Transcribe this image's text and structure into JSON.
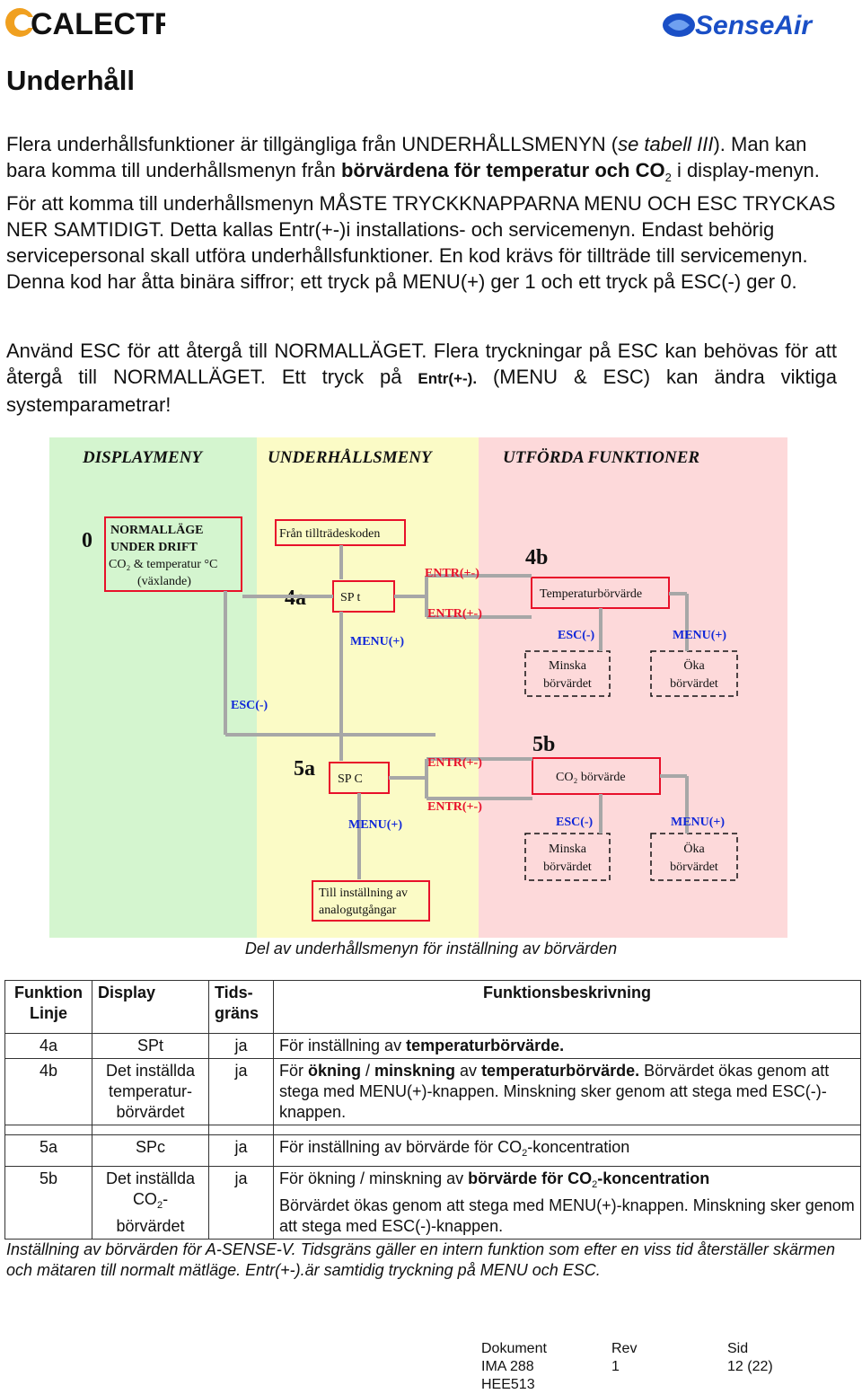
{
  "header": {
    "logo_left_text": "CALECTRO",
    "logo_right_text": "SenseAir"
  },
  "title": "Underhåll",
  "intro": {
    "p1_a": "Flera underhållsfunktioner är tillgängliga från UNDERHÅLLSMENYN (",
    "p1_italic": "se tabell III",
    "p1_b": "). Man kan bara komma till underhållsmenyn från ",
    "p1_bold": "börvärdena för temperatur och CO",
    "p1_sub": "2",
    "p1_c": " i display-menyn. För att komma till underhållsmenyn MÅSTE TRYCKKNAPPARNA MENU OCH ESC TRYCKAS NER SAMTIDIGT. Detta kallas Entr(+-)i installations- och servicemenyn. Endast behörig servicepersonal skall utföra underhållsfunktioner. En kod krävs för tillträde till servicemenyn. Denna kod har åtta binära siffror; ett tryck på MENU(+) ger 1 och ett tryck på ESC(-) ger 0.",
    "p2_a": "Använd ESC för att återgå till NORMALLÄGET. Flera tryckningar på ESC kan behövas för att återgå till NORMALLÄGET. Ett tryck på ",
    "p2_bold": "Entr(+-).",
    "p2_b": " (MENU & ESC) kan ändra viktiga systemparametrar!"
  },
  "diagram": {
    "col_headers": [
      "DISPLAYMENY",
      "UNDERHÅLLSMENY",
      "UTFÖRDA FUNKTIONER"
    ],
    "label_0": "0",
    "normal_box": [
      "NORMALLÄGE",
      "UNDER DRIFT",
      "CO₂ & temperatur °C",
      "(växlande)"
    ],
    "fran_box": "Från tillträdeskoden",
    "label_4a": "4a",
    "label_4b": "4b",
    "label_5a": "5a",
    "label_5b": "5b",
    "spt_box": "SP t",
    "spc_box": "SP C",
    "entr": "ENTR(+-)",
    "menu_plus": "MENU(+)",
    "esc_minus": "ESC(-)",
    "temp_box": "Temperaturbörvärde",
    "co2_box": "CO₂ börvärde",
    "minska": [
      "Minska",
      "börvärdet"
    ],
    "oka": [
      "Öka",
      "börvärdet"
    ],
    "analog_box": [
      "Till inställning av",
      "analogutgångar"
    ],
    "colors": {
      "green": "#d4f5cf",
      "yellow": "#fbfbc6",
      "pink": "#fdd9da",
      "red": "#e8102a",
      "blue": "#1027d8",
      "grey": "#a7a7a7"
    }
  },
  "caption": "Del av underhållsmenyn för inställning av börvärden",
  "table": {
    "headers": {
      "funktion": "Funktion",
      "linje": "Linje",
      "display": "Display",
      "tid1": "Tids-",
      "tid2": "gräns",
      "beskr": "Funktionsbeskrivning"
    },
    "r1": {
      "f": "4a",
      "d": "SPt",
      "t": "ja",
      "b_a": "För inställning av ",
      "b_bold": "temperaturbörvärde."
    },
    "r2": {
      "f": "4b",
      "d1": "Det inställda",
      "d2": "temperatur-",
      "d3": "börvärdet",
      "t": "ja",
      "b_a": "För ",
      "b_bold1": "ökning",
      "b_b": " / ",
      "b_bold2": "minskning",
      "b_c": " av ",
      "b_bold3": "temperaturbörvärde.",
      "b_d": " Börvärdet ökas genom att stega med MENU(+)-knappen. Minskning sker genom att stega med ESC(-)-knappen."
    },
    "r3": {
      "f": "5a",
      "d": "SPc",
      "t": "ja",
      "b_a": "För inställning av börvärde för CO",
      "b_sub": "2",
      "b_b": "-koncentration"
    },
    "r4": {
      "f": "5b",
      "d1": "Det inställda",
      "d2": "CO",
      "d2sub": "2",
      "d2b": "-",
      "d3": "börvärdet",
      "t": "ja",
      "b_a": "För ökning / minskning av ",
      "b_bold": "börvärde för CO",
      "b_sub": "2",
      "b_bold2": "-koncentration",
      "b_line2": "Börvärdet ökas genom att stega med MENU(+)-knappen. Minskning sker genom att stega med ESC(-)-knappen."
    }
  },
  "note": "Inställning av börvärden för A-SENSE-V. Tidsgräns gäller en intern funktion som efter en viss tid återställer skärmen och mätaren till normalt mätläge. Entr(+-).är samtidig tryckning på MENU och ESC.",
  "footer": {
    "dokument_label": "Dokument",
    "dokument_value1": "IMA 288",
    "dokument_value2": "HEE513",
    "rev_label": "Rev",
    "rev_value": "1",
    "sid_label": "Sid",
    "sid_value": "12 (22)"
  }
}
